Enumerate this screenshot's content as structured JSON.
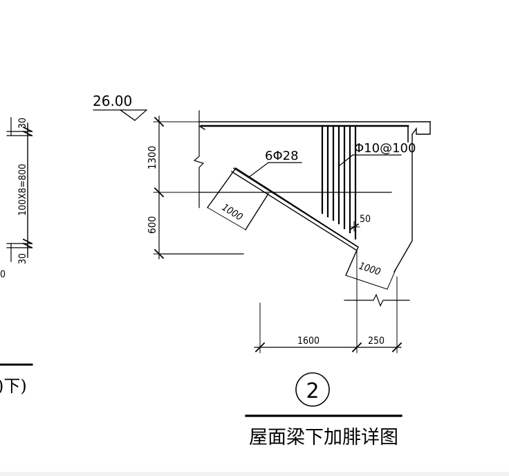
{
  "drawing": {
    "elevation": "26.00",
    "dims": {
      "height_top": "1300",
      "height_bottom": "600",
      "haunch_len": "1600",
      "col_width": "250",
      "anchor_upper": "1000",
      "anchor_lower": "1000",
      "offset": "50"
    },
    "rebar": {
      "main": "6Φ28",
      "stirrup": "Φ10@100"
    },
    "detail_number": "2",
    "detail_title": "屋面梁下加腓详图"
  },
  "left_fragment": {
    "dim_top": "30",
    "dim_mid": "100X8=800",
    "dim_bottom": "30",
    "partial_text": "0",
    "partial_title": ")下)"
  }
}
